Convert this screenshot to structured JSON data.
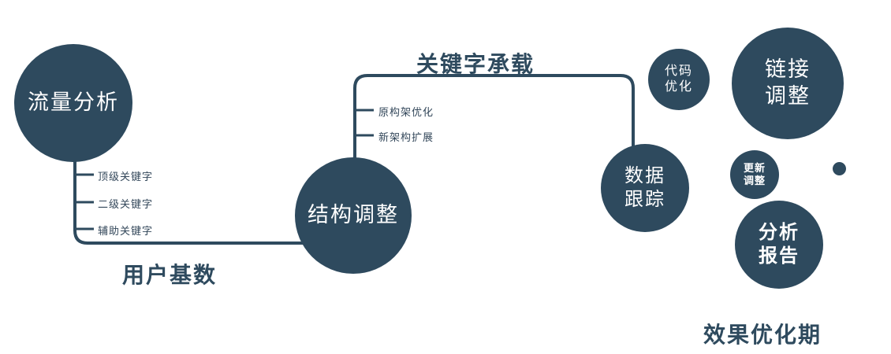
{
  "colors": {
    "primary": "#2e4a5e",
    "background": "#ffffff",
    "circle_text": "#ffffff"
  },
  "nodes": {
    "traffic_analysis": {
      "label": "流量分析"
    },
    "structure_adjustment": {
      "label": "结构调整"
    },
    "data_tracking": {
      "line1": "数据",
      "line2": "跟踪"
    },
    "code_optimization": {
      "line1": "代码",
      "line2": "优化"
    },
    "link_adjustment": {
      "line1": "链接",
      "line2": "调整"
    },
    "update_adjustment": {
      "line1": "更新",
      "line2": "调整"
    },
    "analysis_report": {
      "line1": "分析",
      "line2": "报告"
    }
  },
  "edges": {
    "user_base": "用户基数",
    "keyword_carry": "关键字承载"
  },
  "branches": {
    "traffic": [
      "顶级关键字",
      "二级关键字",
      "辅助关键字"
    ],
    "structure": [
      "原构架优化",
      "新架构扩展"
    ]
  },
  "footer": {
    "label": "效果优化期"
  }
}
